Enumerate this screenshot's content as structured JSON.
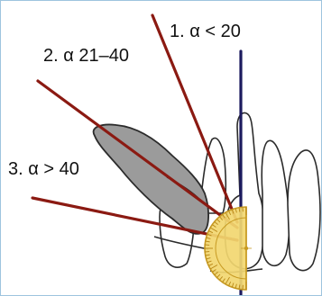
{
  "labels": {
    "label1": "1. α < 20",
    "label2": "2. α 21–40",
    "label3": "3. α > 40"
  },
  "colors": {
    "angle_lines": "#8b1a12",
    "vertical_axis": "#1c1a5e",
    "protractor_fill": "#f2d770",
    "protractor_edge": "#c79a22",
    "tooth_outline": "#2b2b2b",
    "impacted_tooth_fill": "#9b9b9b"
  },
  "icons": {
    "protractor": "protractor-icon"
  }
}
